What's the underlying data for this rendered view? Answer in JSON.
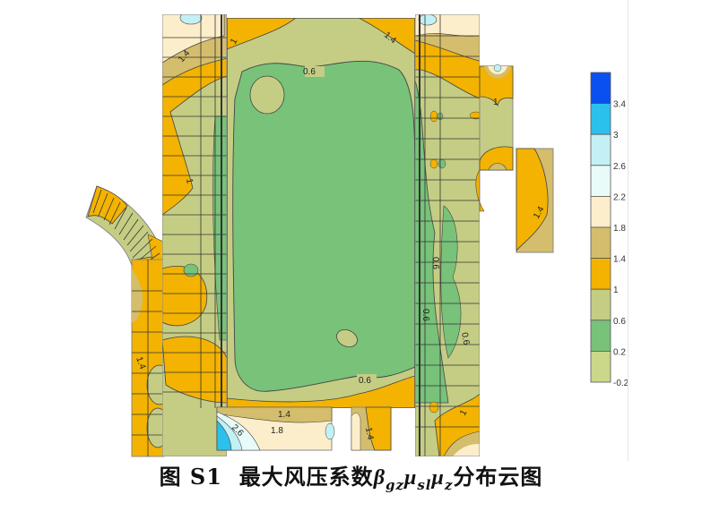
{
  "chart_data": {
    "type": "heatmap",
    "subtype": "contour-map",
    "title": "图 S1 最大风压系数βgzμslμz分布云图",
    "caption": {
      "figure_no": "图  S1",
      "text_before": "最大风压系数",
      "symbol_beta": "β",
      "sub_beta": "gz",
      "symbol_mu1": "μ",
      "sub_mu1": "sl",
      "symbol_mu2": "μ",
      "sub_mu2": "z",
      "text_after": "分布云图"
    },
    "colorbar": {
      "position": "right",
      "ticks": [
        "3.4",
        "3",
        "2.6",
        "2.2",
        "1.8",
        "1.4",
        "1",
        "0.6",
        "0.2",
        "-0.2"
      ],
      "levels": [
        {
          "range": [
            3.4,
            3.8
          ],
          "color": "#0a4ff0"
        },
        {
          "range": [
            3.0,
            3.4
          ],
          "color": "#2cc0ec"
        },
        {
          "range": [
            2.6,
            3.0
          ],
          "color": "#c3f0f5"
        },
        {
          "range": [
            2.2,
            2.6
          ],
          "color": "#e8fbf9"
        },
        {
          "range": [
            1.8,
            2.2
          ],
          "color": "#fdeecb"
        },
        {
          "range": [
            1.4,
            1.8
          ],
          "color": "#d4bd6c"
        },
        {
          "range": [
            1.0,
            1.4
          ],
          "color": "#f3b300"
        },
        {
          "range": [
            0.6,
            1.0
          ],
          "color": "#c5cd84"
        },
        {
          "range": [
            0.2,
            0.6
          ],
          "color": "#78c27a"
        },
        {
          "range": [
            -0.2,
            0.2
          ],
          "color": "#cbd88a"
        }
      ]
    },
    "contour_labels": [
      "0.6",
      "1",
      "1.4",
      "1.4",
      "1.4",
      "1.8",
      "2.6",
      "0.6",
      "0.6",
      "0.6",
      "1",
      "1.4",
      "1",
      "1"
    ],
    "regions": {
      "central_roof": "mostly 0.2–0.6 (green) with 0.6–1.0 edges",
      "upper_edges": "1.0–1.8 bands, local peaks 2.2–3.0",
      "bottom_left_notch": "peak 2.6–3.4 (blue)",
      "right_annex": "1.0–1.8"
    }
  }
}
